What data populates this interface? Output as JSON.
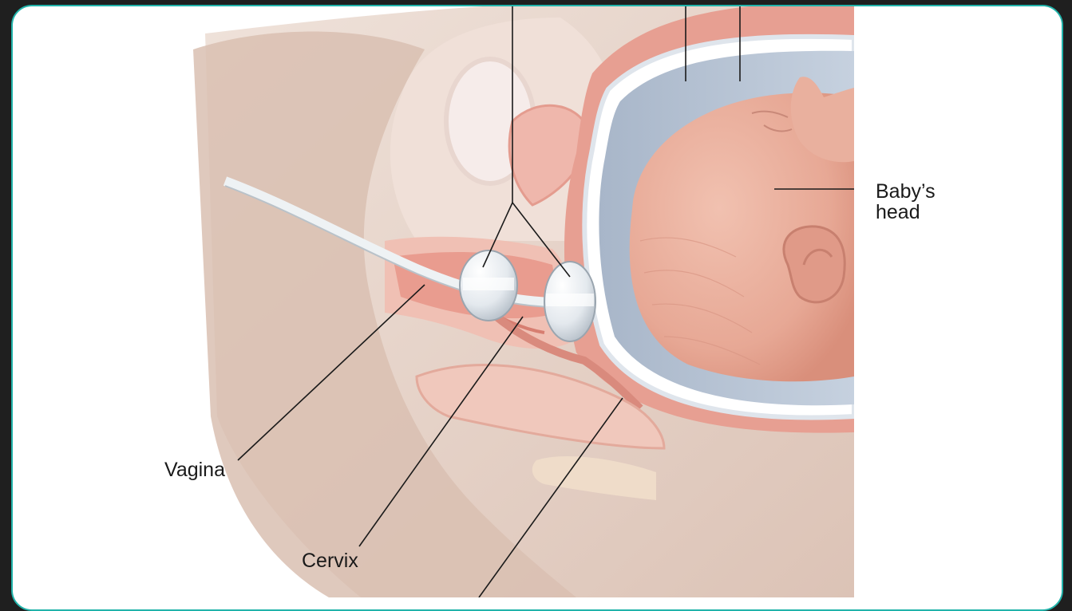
{
  "figure": {
    "labels": {
      "vagina": "Vagina",
      "cervix": "Cervix",
      "babys_head": "Baby’s head"
    },
    "colors": {
      "frame_border": "#21b3aa",
      "page_background": "#1f1f1f",
      "skin": "#e8d2c6",
      "tissue_pink": "#e7a49a",
      "amniotic_fluid": "#b9c6d8",
      "balloon": "#e9eef2",
      "leader_line": "#1a1a1a"
    },
    "elements": [
      "pelvis-cross-section",
      "uterus-wall",
      "amniotic-sac",
      "baby-head",
      "catheter-tube",
      "inflated-balloons"
    ]
  }
}
